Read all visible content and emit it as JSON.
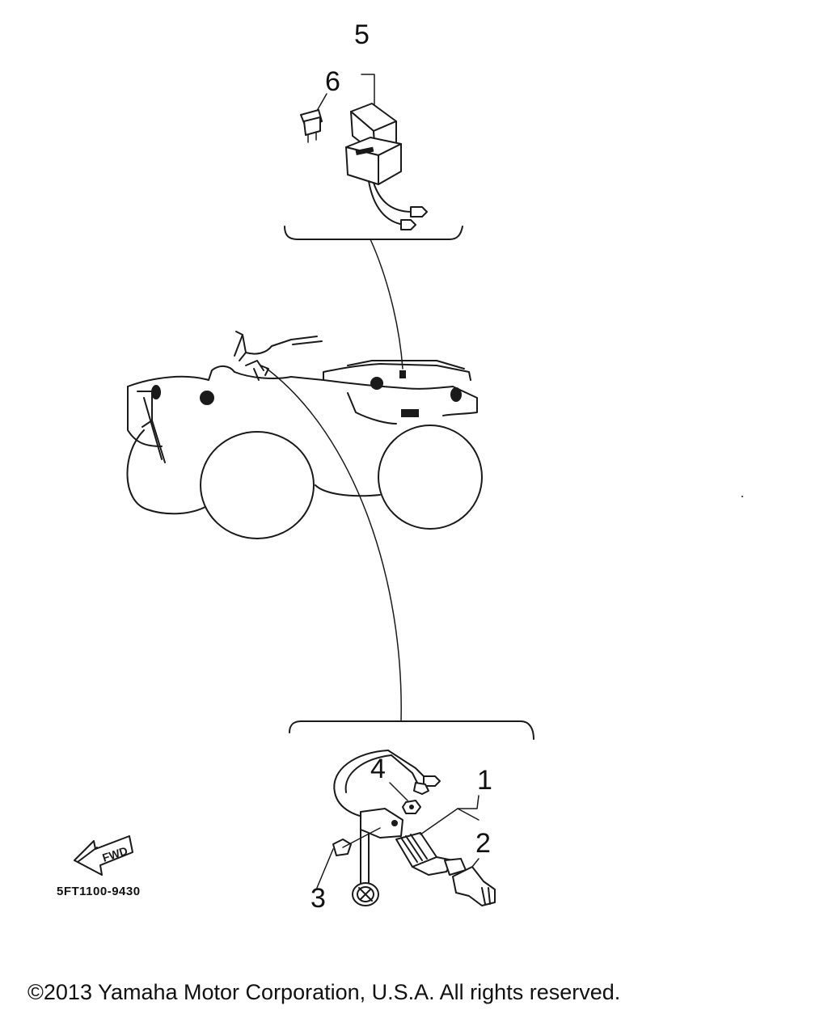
{
  "callouts": [
    {
      "id": "1",
      "label": "1"
    },
    {
      "id": "2",
      "label": "2"
    },
    {
      "id": "3",
      "label": "3"
    },
    {
      "id": "4",
      "label": "4"
    },
    {
      "id": "5",
      "label": "5"
    },
    {
      "id": "6",
      "label": "6"
    }
  ],
  "fwd_label": "FWD",
  "part_code": "5FT1100-9430",
  "copyright": "©2013 Yamaha Motor Corporation, U.S.A. All rights reserved."
}
